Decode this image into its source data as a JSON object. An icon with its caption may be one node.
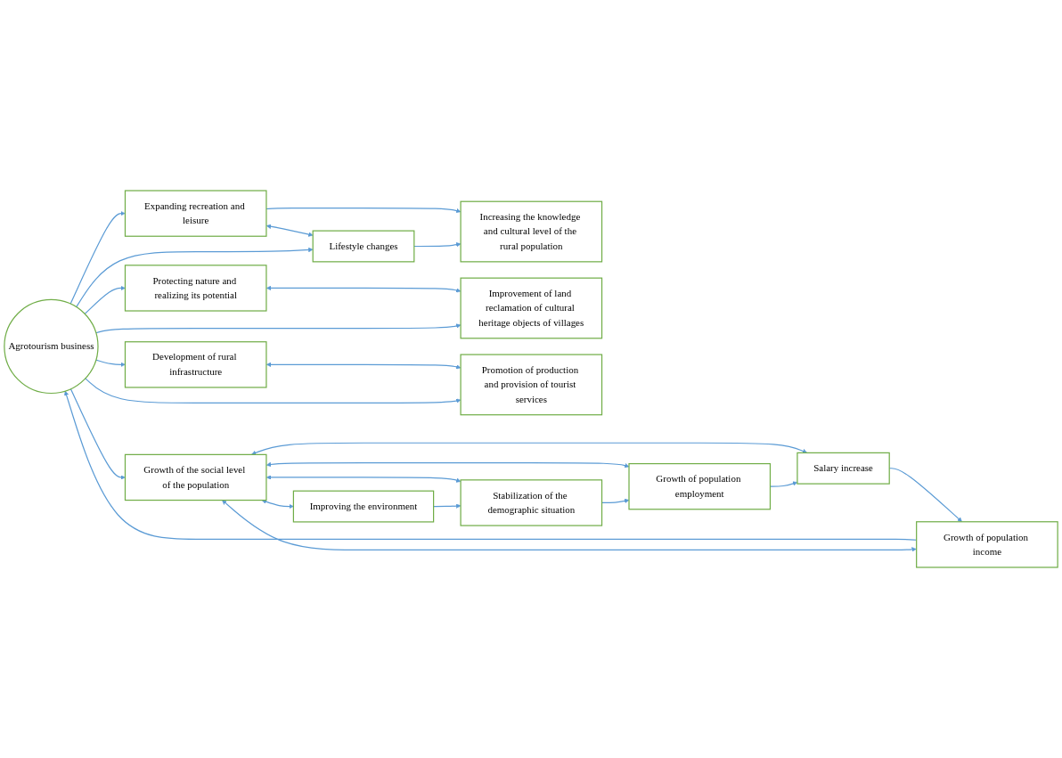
{
  "diagram": {
    "nodes": [
      {
        "text": [
          "Protecting nature and realizing its potential"
        ]
      },
      {
        "text": [
          "Increasing the knowledge and cultural level of the rural population"
        ]
      },
      {
        "text": [
          "Development of rural infrastructure"
        ]
      },
      {
        "text": [
          "Expanding recreation and leisure"
        ]
      },
      {
        "text": [
          "Lifestyle changes"
        ]
      },
      {
        "text": [
          "Improvement of land reclamation of cultural heritage objects of villages"
        ]
      },
      {
        "text": [
          "Agrotourism business"
        ]
      },
      {
        "text": [
          "Promotion of production and provision of tourist services"
        ]
      },
      {
        "text": [
          "Growth of population income"
        ]
      },
      {
        "text": [
          "Growth of the social level of the population"
        ]
      },
      {
        "text": [
          "Improving the environment"
        ]
      },
      {
        "text": [
          "Salary increase"
        ]
      },
      {
        "text": [
          "Stabilization of the demographic situation"
        ]
      },
      {
        "text": [
          "Growth of population employment"
        ]
      }
    ],
    "edges": [
      {
        "from": 6,
        "to": 0,
        "arrow": "to"
      },
      {
        "from": 0,
        "to": 5,
        "arrow": "both"
      },
      {
        "from": 3,
        "to": 1,
        "arrow": "to"
      },
      {
        "from": 4,
        "to": 1,
        "arrow": "to"
      },
      {
        "from": 3,
        "to": 4,
        "arrow": "both"
      },
      {
        "from": 6,
        "to": 3,
        "arrow": "to"
      },
      {
        "from": 6,
        "to": 4,
        "arrow": "to"
      },
      {
        "from": 6,
        "to": 2,
        "arrow": "to"
      },
      {
        "from": 2,
        "to": 7,
        "arrow": "both"
      },
      {
        "from": 6,
        "to": 5,
        "arrow": "to"
      },
      {
        "from": 6,
        "to": 7,
        "arrow": "to"
      },
      {
        "from": 8,
        "to": 6,
        "arrow": "to"
      },
      {
        "from": 6,
        "to": 9,
        "arrow": "to"
      },
      {
        "from": 8,
        "to": 9,
        "arrow": "both"
      },
      {
        "from": 9,
        "to": 11,
        "arrow": "both"
      },
      {
        "from": 11,
        "to": 8,
        "arrow": "to"
      },
      {
        "from": 9,
        "to": 10,
        "arrow": "both"
      },
      {
        "from": 9,
        "to": 12,
        "arrow": "both"
      },
      {
        "from": 10,
        "to": 12,
        "arrow": "to"
      },
      {
        "from": 9,
        "to": 13,
        "arrow": "both"
      },
      {
        "from": 13,
        "to": 11,
        "arrow": "to"
      },
      {
        "from": 12,
        "to": 13,
        "arrow": "to"
      }
    ]
  }
}
